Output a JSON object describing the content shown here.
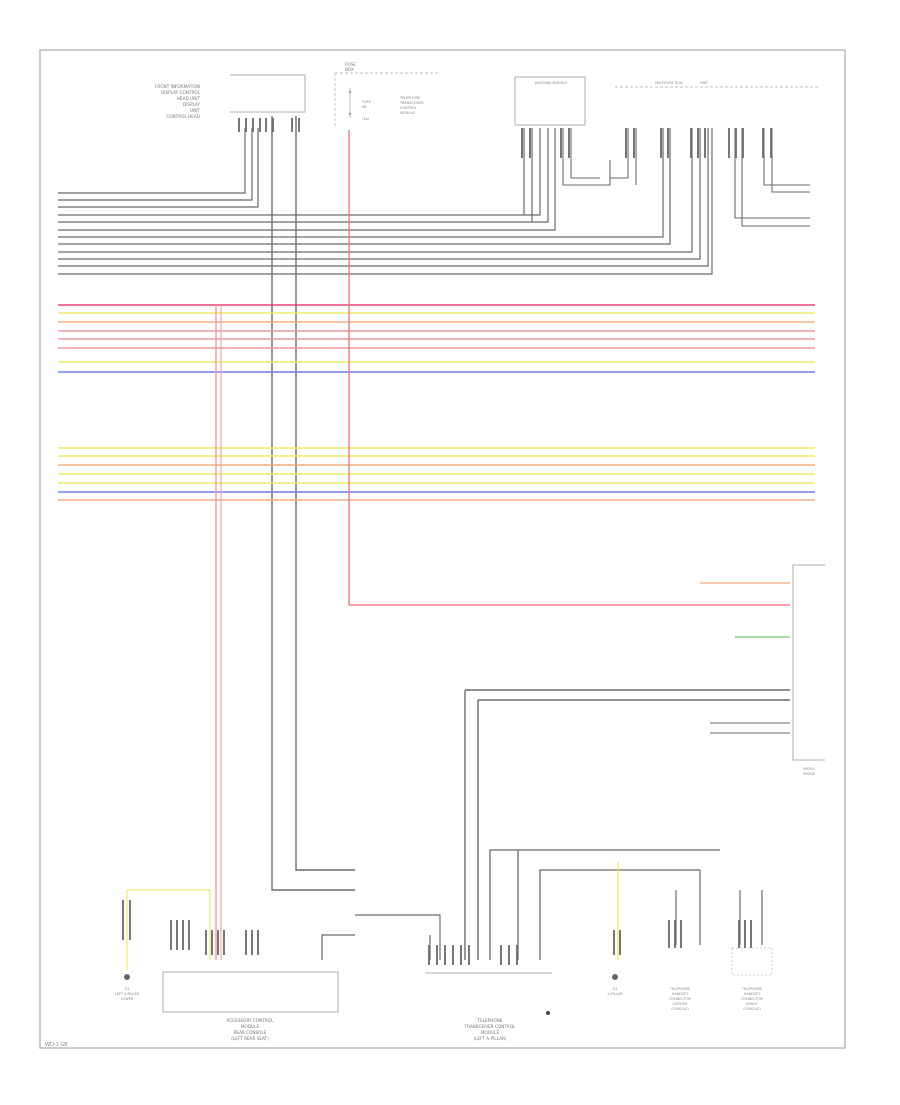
{
  "diagram": {
    "corner_label": "WD-1 GB",
    "colors": {
      "ground": "#6b6b6b",
      "power_red": "#f26d78",
      "magenta": "#e8447a",
      "yellow": "#f1e86a",
      "orange": "#f4b183",
      "pink": "#f19aa0",
      "blue": "#6f7ff4",
      "green": "#6cc56c",
      "frame": "#aaaaaa"
    },
    "components": {
      "front_info_unit": [
        "FRONT INFORMATION",
        "DISPLAY CONTROL",
        "HEAD UNIT",
        "DISPLAY",
        "UNIT",
        "CONTROL HEAD"
      ],
      "fuse_box": [
        "FUSE",
        "BOX"
      ],
      "fuse": [
        "FUSE",
        "SB",
        "(5A)"
      ],
      "telephone_module": [
        "TELEPHONE",
        "TRANSCEIVER",
        "CONTROL",
        "MODULE"
      ],
      "antenna_module": "ANTENNA MODULE",
      "multifunction_unit": [
        "MULTIFUNCTION",
        "UNIT"
      ],
      "control_unit_lower_left": [
        "ACCESSORY CONTROL",
        "MODULE",
        "REAR CONSOLE",
        "(LEFT REAR SEAT)"
      ],
      "transceiver_bottom": [
        "TELEPHONE",
        "TRANSCEIVER CONTROL",
        "MODULE",
        "(LEFT A-PILLAR)"
      ],
      "ground_left": [
        "G1",
        "LEFT A-PILLAR",
        "LOWER"
      ],
      "ground_mid": [
        "G2",
        "A-PILLAR"
      ],
      "socket_left": [
        "TELEPHONE",
        "HANDSET",
        "CONNECTOR",
        "(CENTER",
        "CONSOLE)"
      ],
      "socket_right": [
        "TELEPHONE",
        "HANDSET",
        "CONNECTOR",
        "(RIGHT",
        "CONSOLE)"
      ],
      "sensor_right": [
        "MICRO-",
        "PHONE"
      ]
    }
  }
}
